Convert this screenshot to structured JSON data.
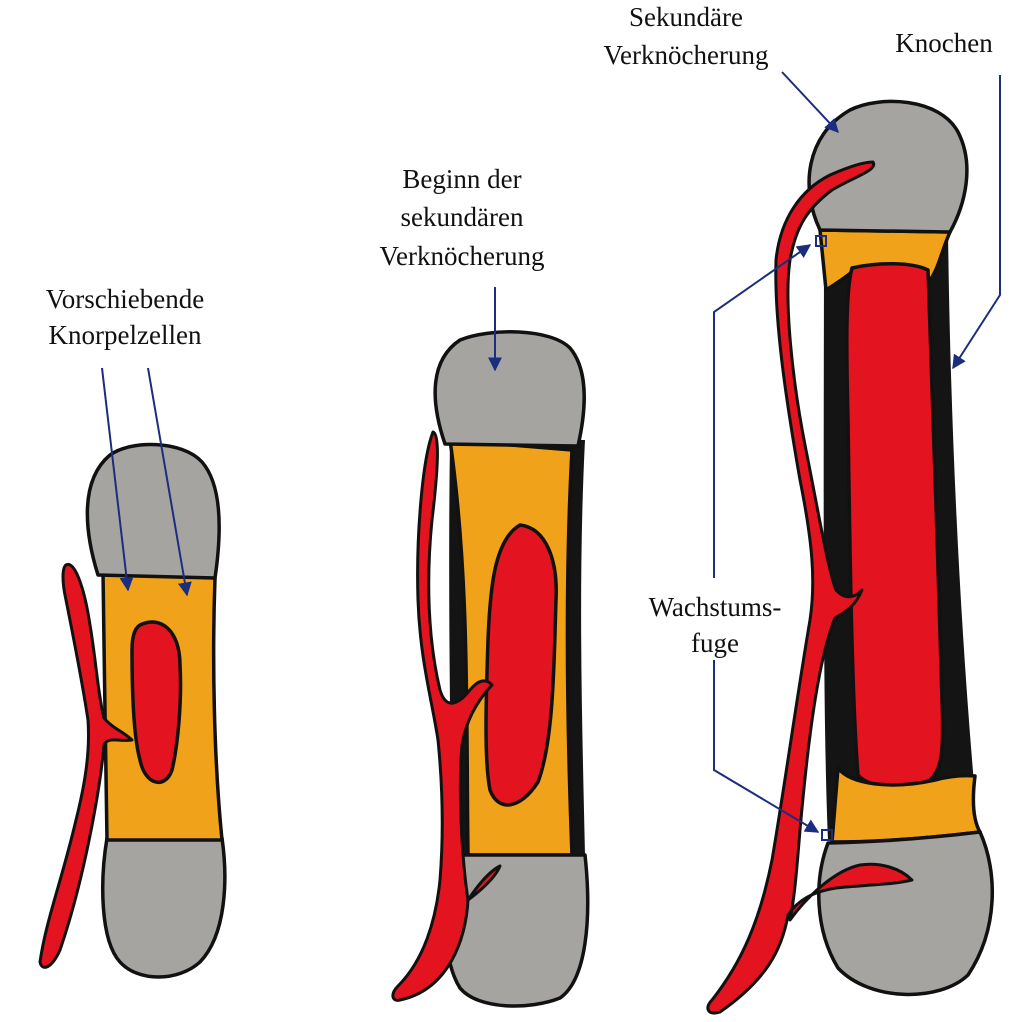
{
  "labels": {
    "vorschiebend_line1": "Vorschiebende",
    "vorschiebend_line2": "Knorpelzellen",
    "beginn_line1": "Beginn der",
    "beginn_line2": "sekundären",
    "beginn_line3": "Verknöcherung",
    "sekundaer_line1": "Sekundäre",
    "sekundaer_line2": "Verknöcherung",
    "knochen": "Knochen",
    "wachstum_line1": "Wachstums-",
    "wachstum_line2": "fuge"
  },
  "colors": {
    "cartilage": "#F0A21A",
    "epiphysis": "#A6A4A0",
    "marrow": "#E3131F",
    "bone": "#141414",
    "outline": "#111111",
    "arrow": "#1B2D7F"
  }
}
